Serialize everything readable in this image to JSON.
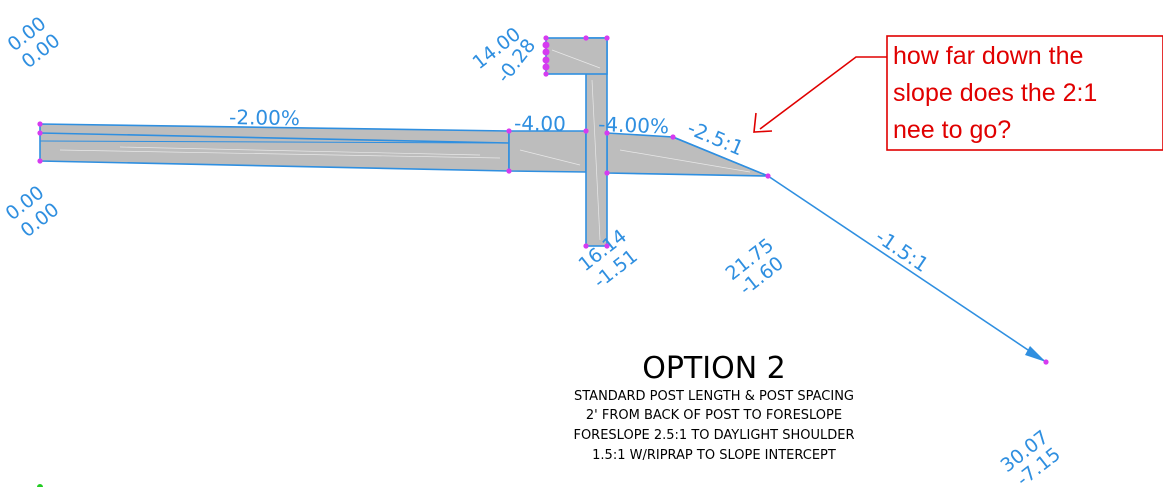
{
  "colors": {
    "linework": "#2f8fe0",
    "section_fill": "#bdbdbd",
    "vertex": "#d63bf0",
    "callout": "#e00000",
    "text_dark": "#000000",
    "background": "#ffffff"
  },
  "labels": {
    "top_left_elev_1": "0.00",
    "top_left_elev_2": "0.00",
    "bottom_left_elev_1": "0.00",
    "bottom_left_elev_2": "0.00",
    "post_top_offset": "14.00",
    "post_top_elev": "-0.28",
    "post_bottom_offset": "16.14",
    "post_bottom_elev": "-1.51",
    "hinge_offset": "21.75",
    "hinge_elev": "-1.60",
    "end_offset": "30.07",
    "end_elev": "-7.15",
    "slope_shoulder": "-2.00%",
    "slope_left_of_post": "-4.00",
    "slope_right_of_post": "-4.00%",
    "slope_foreslope": "-2.5:1",
    "slope_riprap": "-1.5:1"
  },
  "callout": {
    "line_1": "how far down the",
    "line_2": "slope does the 2:1",
    "line_3": "nee to go?"
  },
  "title": {
    "heading": "OPTION 2",
    "note_1": "STANDARD POST LENGTH & POST SPACING",
    "note_2": "2' FROM BACK OF POST TO FORESLOPE",
    "note_3": "FORESLOPE 2.5:1 TO DAYLIGHT SHOULDER",
    "note_4": "1.5:1 W/RIPRAP TO SLOPE INTERCEPT"
  }
}
